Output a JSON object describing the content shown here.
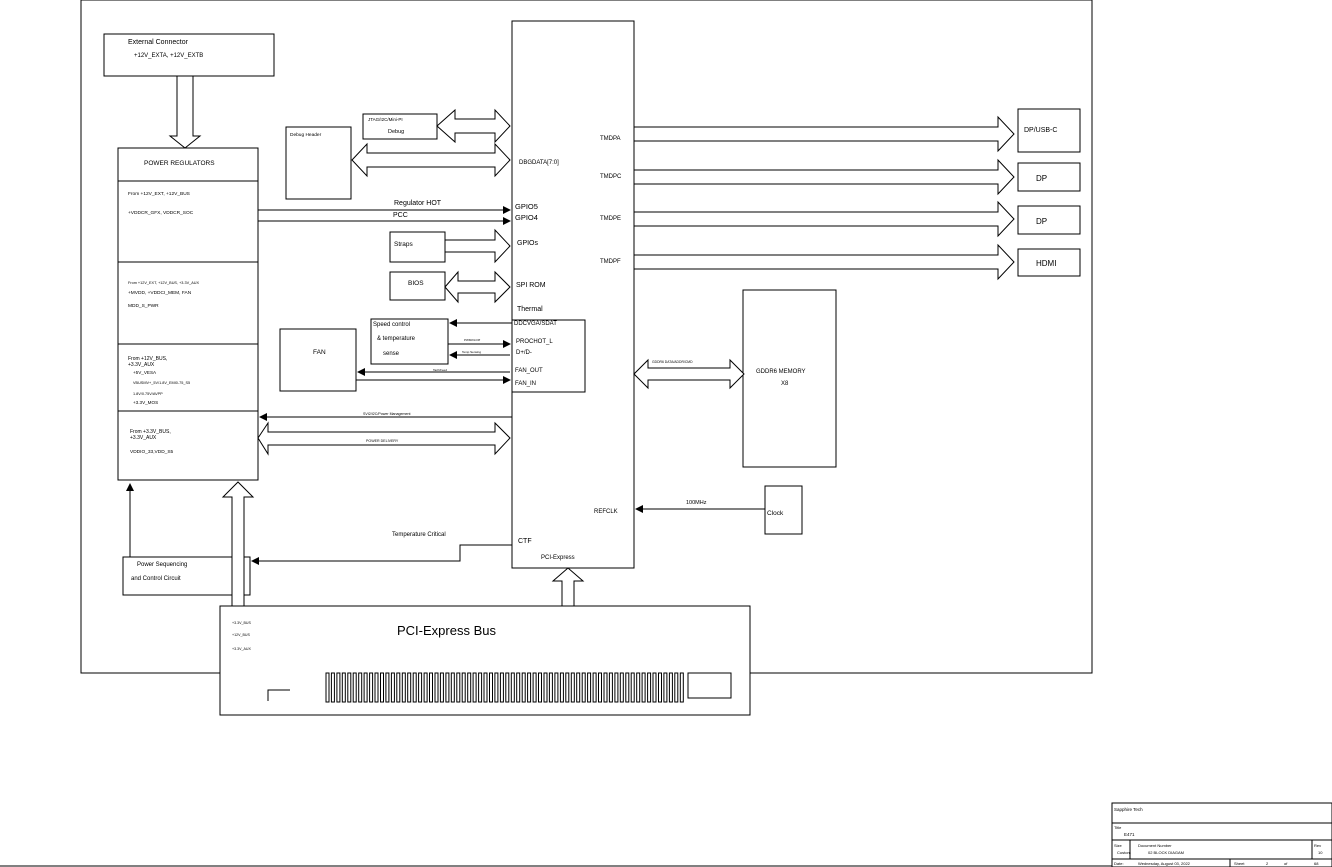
{
  "external_connector": {
    "title": "External Connector",
    "rails": "+12V_EXTA, +12V_EXTB"
  },
  "power_regulators": {
    "title": "POWER REGULATORS",
    "sections": [
      {
        "from": "From +12V_EXT, +12V_BUS",
        "outputs": [
          "+VDDCR_GFX, VDDCR_SOC"
        ]
      },
      {
        "from": "From +12V_EXT, +12V_BUS, +3.3V_AUX",
        "outputs": [
          "+MVDD, +VDDCI_MEM, FAN",
          "MDD_S_PWR"
        ]
      },
      {
        "from": "From +12V_BUS,",
        "from2": "+3.3V_AUX",
        "outputs": [
          "+5V_VESA",
          "VBUSMV+_5V/1.8V_EMI0-75_S5",
          "1.8V/0.75V/AVPP",
          "+3.3V_MOS"
        ]
      },
      {
        "from": "From +3.3V_BUS,",
        "from2": "+3.3V_AUX",
        "outputs": [
          "VDDIO_33,VDD_S5"
        ]
      }
    ]
  },
  "debug_header": {
    "label": "Debug Header"
  },
  "jtag": {
    "title": "JTAG/I2C/Mini-PI",
    "sub": "Debug"
  },
  "straps": {
    "label": "Straps"
  },
  "bios": {
    "label": "BIOS"
  },
  "fan": {
    "label": "FAN"
  },
  "speed_control": {
    "lines": [
      "Speed control",
      "& temperature",
      "sense"
    ]
  },
  "gpu": {
    "left_pins": {
      "dbgdata": "DBGDATA[7:0]",
      "gpio5": "GPIO5",
      "gpio4": "GPIO4",
      "gpios": "GPIOs",
      "spi_rom": "SPI ROM",
      "thermal": "Thermal",
      "ddc": "DDCVGA/SDAT",
      "prochot": "PROCHOT_L",
      "dplus": "D+/D-",
      "fan_out": "FAN_OUT",
      "fan_in": "FAN_IN",
      "ctf": "CTF",
      "pcie": "PCI-Express"
    },
    "right_pins": {
      "tmdpa": "TMDPA",
      "tmdpc": "TMDPC",
      "tmdpe": "TMDPE",
      "tmdpf": "TMDPF",
      "refclk": "REFCLK"
    }
  },
  "outputs": {
    "dpa": "DP/USB-C",
    "dpc": "DP",
    "dpe": "DP",
    "hdmi": "HDMI"
  },
  "memory": {
    "title": "GDDR6 MEMORY",
    "sub": "X8",
    "bus": "GDDR6 DATA/ADDR/CMD"
  },
  "clock": {
    "label": "Clock",
    "freq": "100MHz"
  },
  "signals": {
    "reg_hot": "Regulator HOT",
    "pcc": "PCC",
    "pwm": "PWM/OnOff",
    "temp_sense": "Temp Sensing",
    "tach": "Tach/Feed",
    "svi": "SVI2/I2C/Power Management",
    "power_delivery": "POWER DELIVERY",
    "temp_critical": "Temperature Critical"
  },
  "power_seq": {
    "lines": [
      "Power Sequencing",
      "and Control Circuit"
    ]
  },
  "pcie_bus": {
    "title": "PCI-Express Bus",
    "rails": [
      "+3.3V_BUS",
      "+12V_BUS",
      "+3.3V_AUX"
    ]
  },
  "title_block": {
    "company": "Sapphire Tech",
    "title_label": "Title",
    "title_value": "E471",
    "size_label": "Size",
    "size_value": "Custom",
    "docnum_label": "Document Number",
    "docnum_value": "02 BLOCK DIAGAM",
    "rev_label": "Rev",
    "rev_value": "10",
    "date_label": "Date:",
    "date_value": "Wednesday, August 03, 2022",
    "sheet_label": "Sheet",
    "sheet_value": "2",
    "of_label": "of",
    "of_value": "68"
  }
}
